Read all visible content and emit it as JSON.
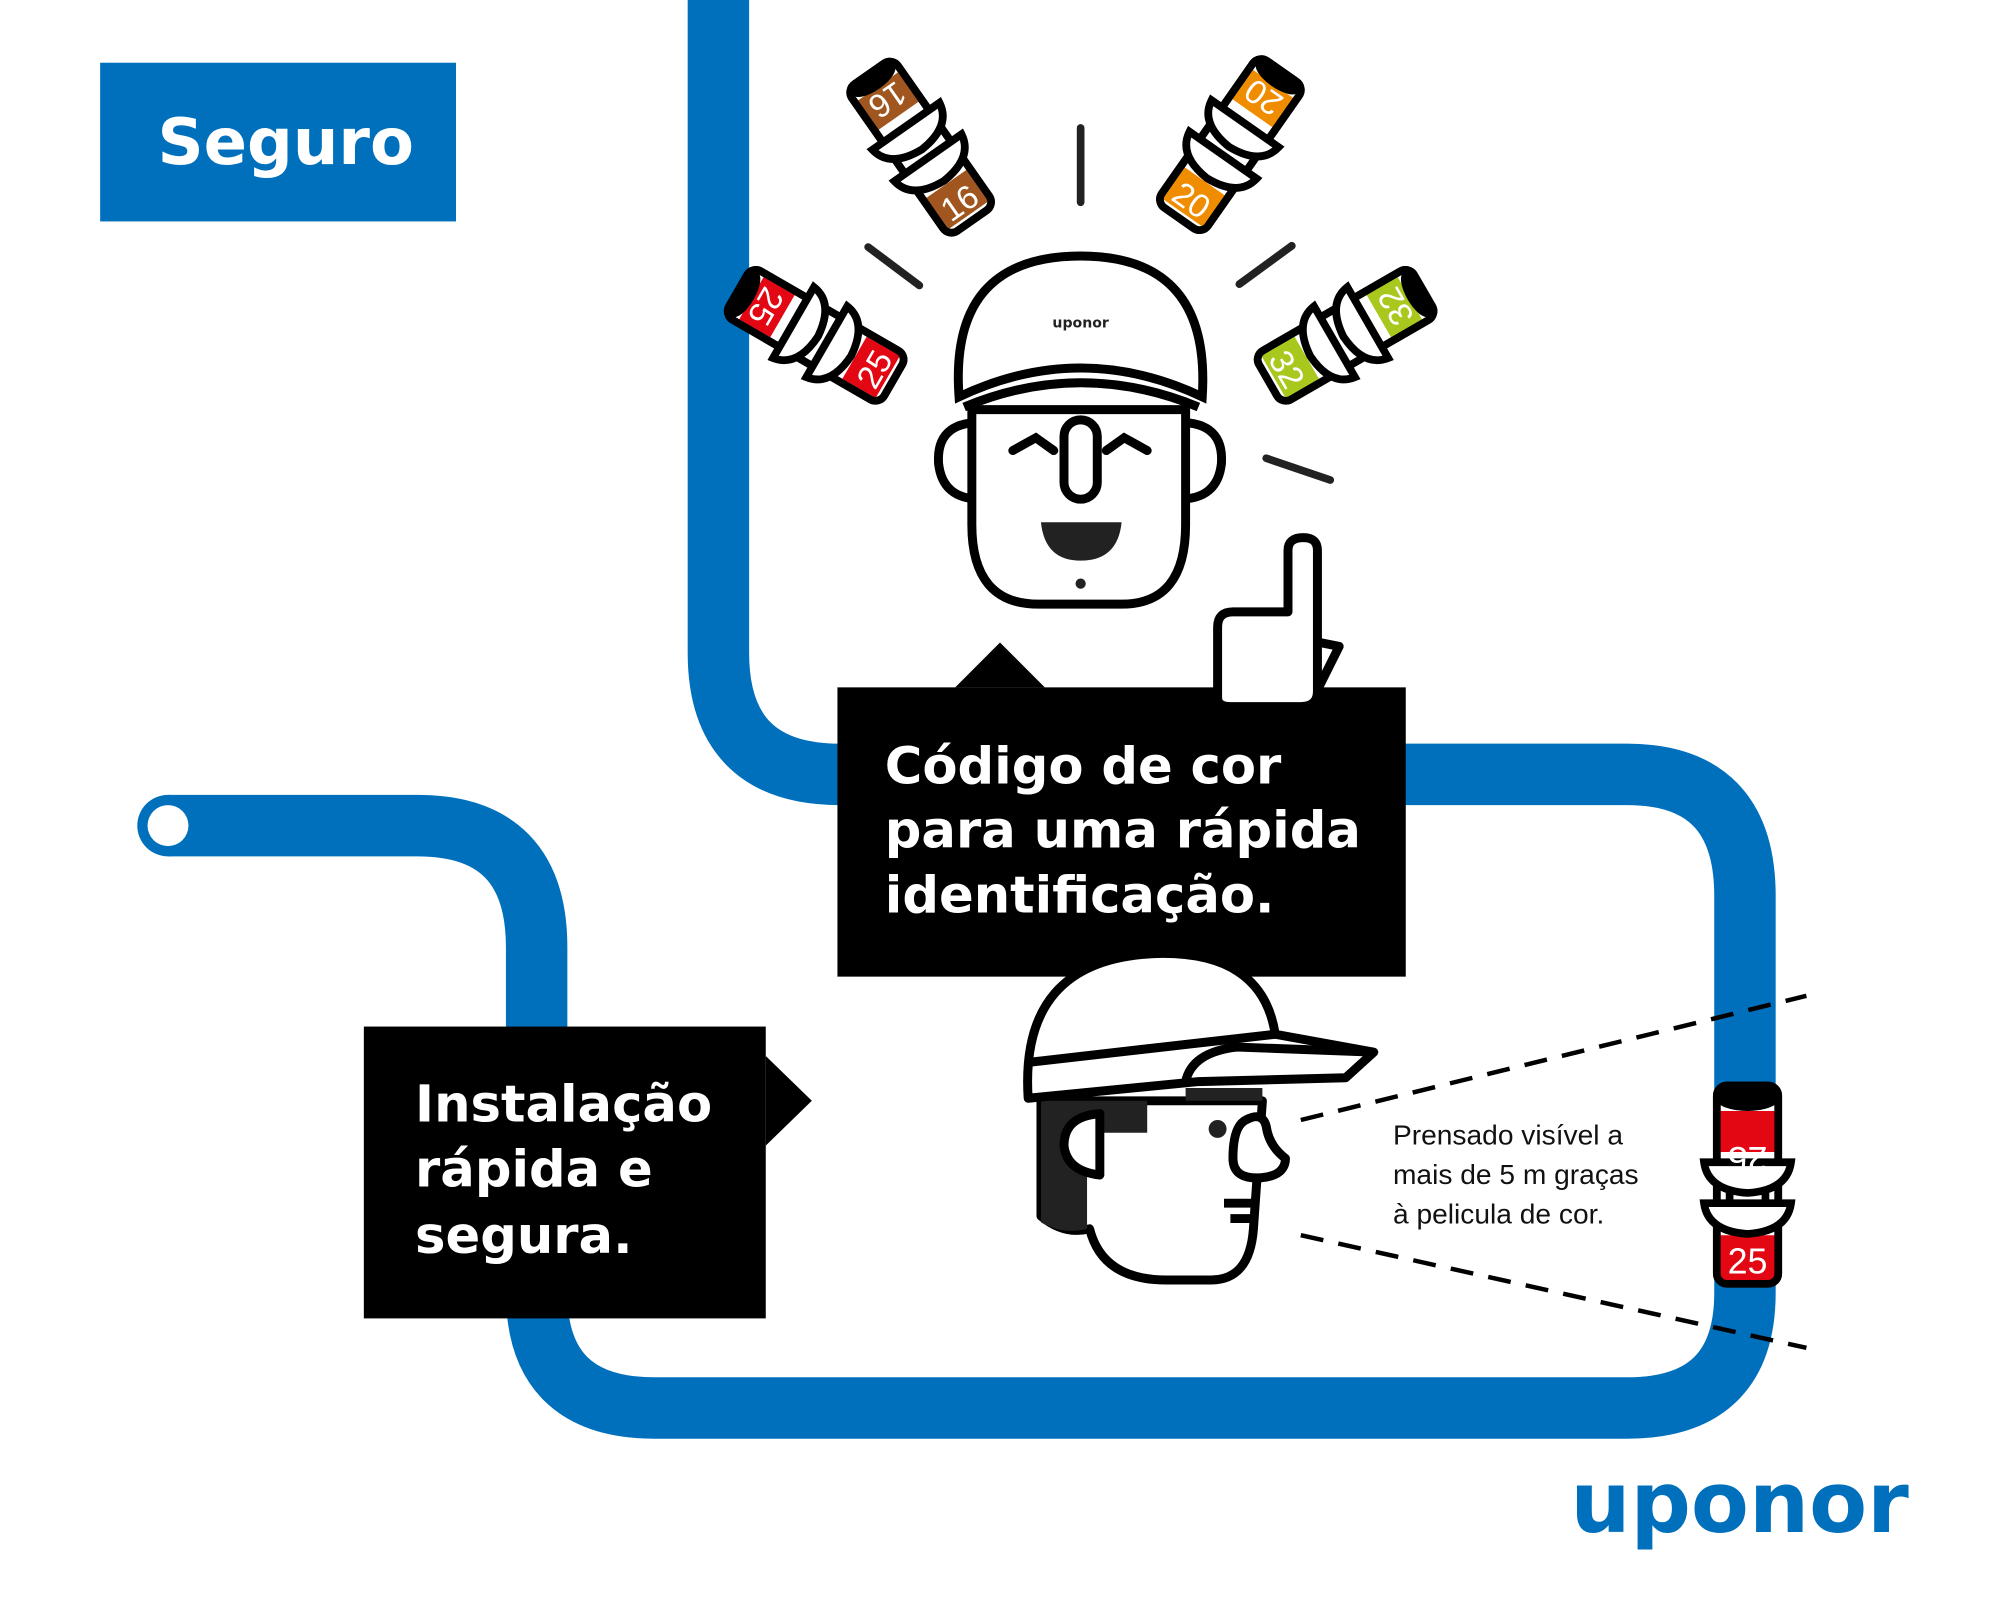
{
  "title_badge": "Seguro",
  "callout_color_code": {
    "lines": [
      "Código de cor",
      "para uma rápida",
      "identificação."
    ]
  },
  "callout_install": {
    "lines": [
      "Instalação",
      "rápida e",
      "segura."
    ]
  },
  "press_note": {
    "lines": [
      "Prensado visível a",
      "mais de 5 m graças",
      "à pelicula de cor."
    ]
  },
  "cap_logo": "uponor",
  "brand_logo": "uponor",
  "fittings": [
    {
      "size": "16",
      "color": "#A0561E"
    },
    {
      "size": "20",
      "color": "#F08C00"
    },
    {
      "size": "25",
      "color": "#E30613"
    },
    {
      "size": "32",
      "color": "#A8C81E"
    }
  ],
  "inspected_fitting": {
    "size": "25",
    "color": "#E30613"
  },
  "colors": {
    "pipe": "#0070BD",
    "box": "#000000",
    "badge": "#0070BD"
  }
}
